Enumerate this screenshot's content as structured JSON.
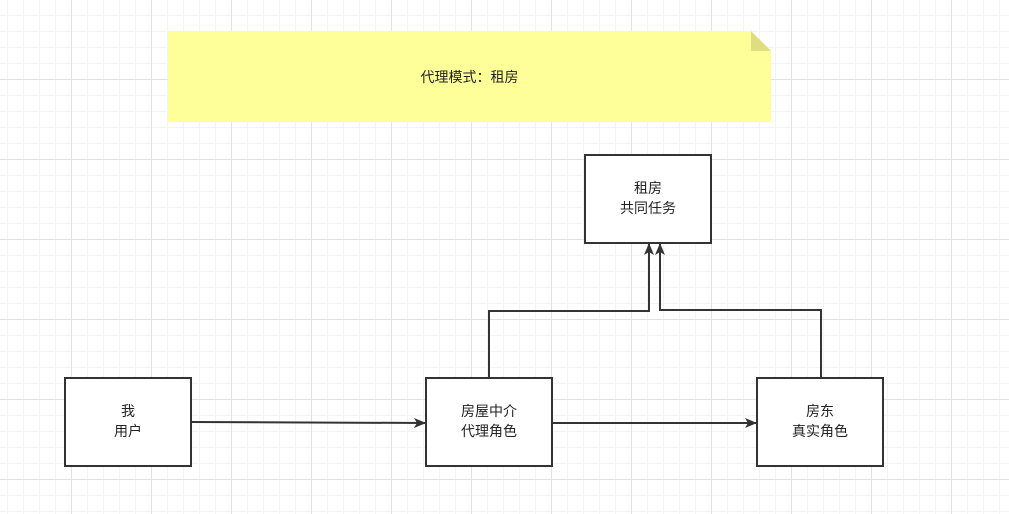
{
  "note": {
    "text": "代理模式：租房",
    "fill_color": "#ffff99",
    "fold_color": "#dede80"
  },
  "nodes": {
    "shared_task": {
      "line1": "租房",
      "line2": "共同任务"
    },
    "user": {
      "line1": "我",
      "line2": "用户"
    },
    "agent": {
      "line1": "房屋中介",
      "line2": "代理角色"
    },
    "landlord": {
      "line1": "房东",
      "line2": "真实角色"
    }
  },
  "colors": {
    "stroke": "#333333",
    "grid_major": "#e2e2e2",
    "grid_minor": "#f3f3f3"
  }
}
